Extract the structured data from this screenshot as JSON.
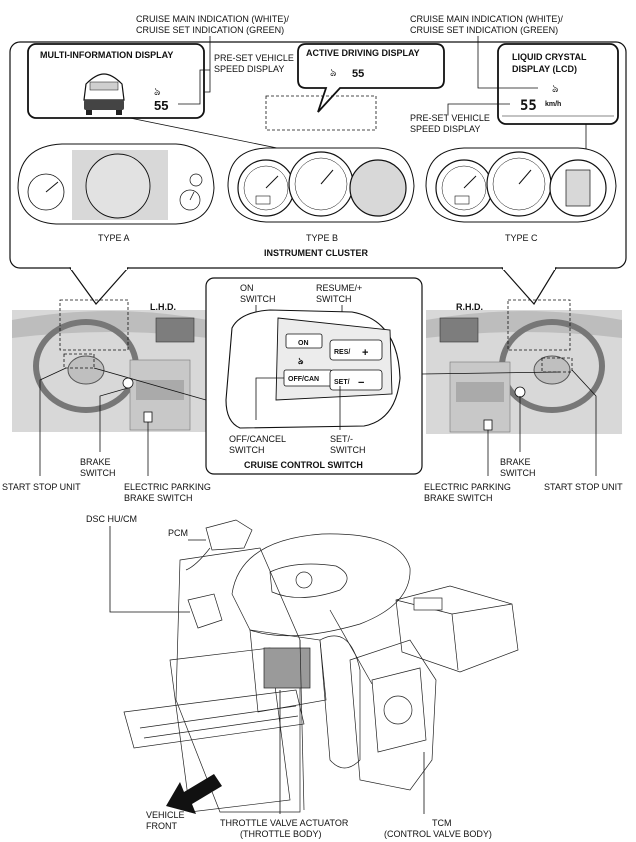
{
  "labels": {
    "cruise_main_ind_left_1": "CRUISE MAIN INDICATION (WHITE)/",
    "cruise_main_ind_left_2": "CRUISE SET INDICATION (GREEN)",
    "cruise_main_ind_right_1": "CRUISE MAIN INDICATION (WHITE)/",
    "cruise_main_ind_right_2": "CRUISE SET INDICATION (GREEN)",
    "multi_info_display": "MULTI-INFORMATION DISPLAY",
    "preset_speed_left_1": "PRE-SET VEHICLE",
    "preset_speed_left_2": "SPEED DISPLAY",
    "active_driving_display": "ACTIVE DRIVING DISPLAY",
    "lcd_title_1": "LIQUID CRYSTAL",
    "lcd_title_2": "DISPLAY (LCD)",
    "preset_speed_right_1": "PRE-SET VEHICLE",
    "preset_speed_right_2": "SPEED DISPLAY",
    "speed_value_mid": "55",
    "speed_value_adr": "55",
    "speed_value_lcd": "55",
    "speed_unit": "km/h",
    "type_a": "TYPE A",
    "type_b": "TYPE B",
    "type_c": "TYPE C",
    "instrument_cluster": "INSTRUMENT CLUSTER",
    "lhd": "L.H.D.",
    "rhd": "R.H.D.",
    "on_switch_1": "ON",
    "on_switch_2": "SWITCH",
    "resume_switch_1": "RESUME/+",
    "resume_switch_2": "SWITCH",
    "sw_on": "ON",
    "sw_res": "RES/",
    "sw_plus": "+",
    "sw_offcan": "OFF/CAN",
    "sw_set": "SET/",
    "sw_minus": "−",
    "off_cancel_1": "OFF/CANCEL",
    "off_cancel_2": "SWITCH",
    "set_switch_1": "SET/-",
    "set_switch_2": "SWITCH",
    "cruise_control_switch": "CRUISE CONTROL SWITCH",
    "brake_switch_left_1": "BRAKE",
    "brake_switch_left_2": "SWITCH",
    "start_stop_left": "START STOP UNIT",
    "epb_left_1": "ELECTRIC PARKING",
    "epb_left_2": "BRAKE SWITCH",
    "brake_switch_right_1": "BRAKE",
    "brake_switch_right_2": "SWITCH",
    "epb_right_1": "ELECTRIC PARKING",
    "epb_right_2": "BRAKE SWITCH",
    "start_stop_right": "START STOP UNIT",
    "dsc": "DSC HU/CM",
    "pcm": "PCM",
    "vehicle_front_1": "VEHICLE",
    "vehicle_front_2": "FRONT",
    "throttle_1": "THROTTLE VALVE ACTUATOR",
    "throttle_2": "(THROTTLE BODY)",
    "tcm_1": "TCM",
    "tcm_2": "(CONTROL VALVE BODY)"
  },
  "icons": [
    "cruise-icon",
    "car-icon",
    "arrow-icon"
  ]
}
